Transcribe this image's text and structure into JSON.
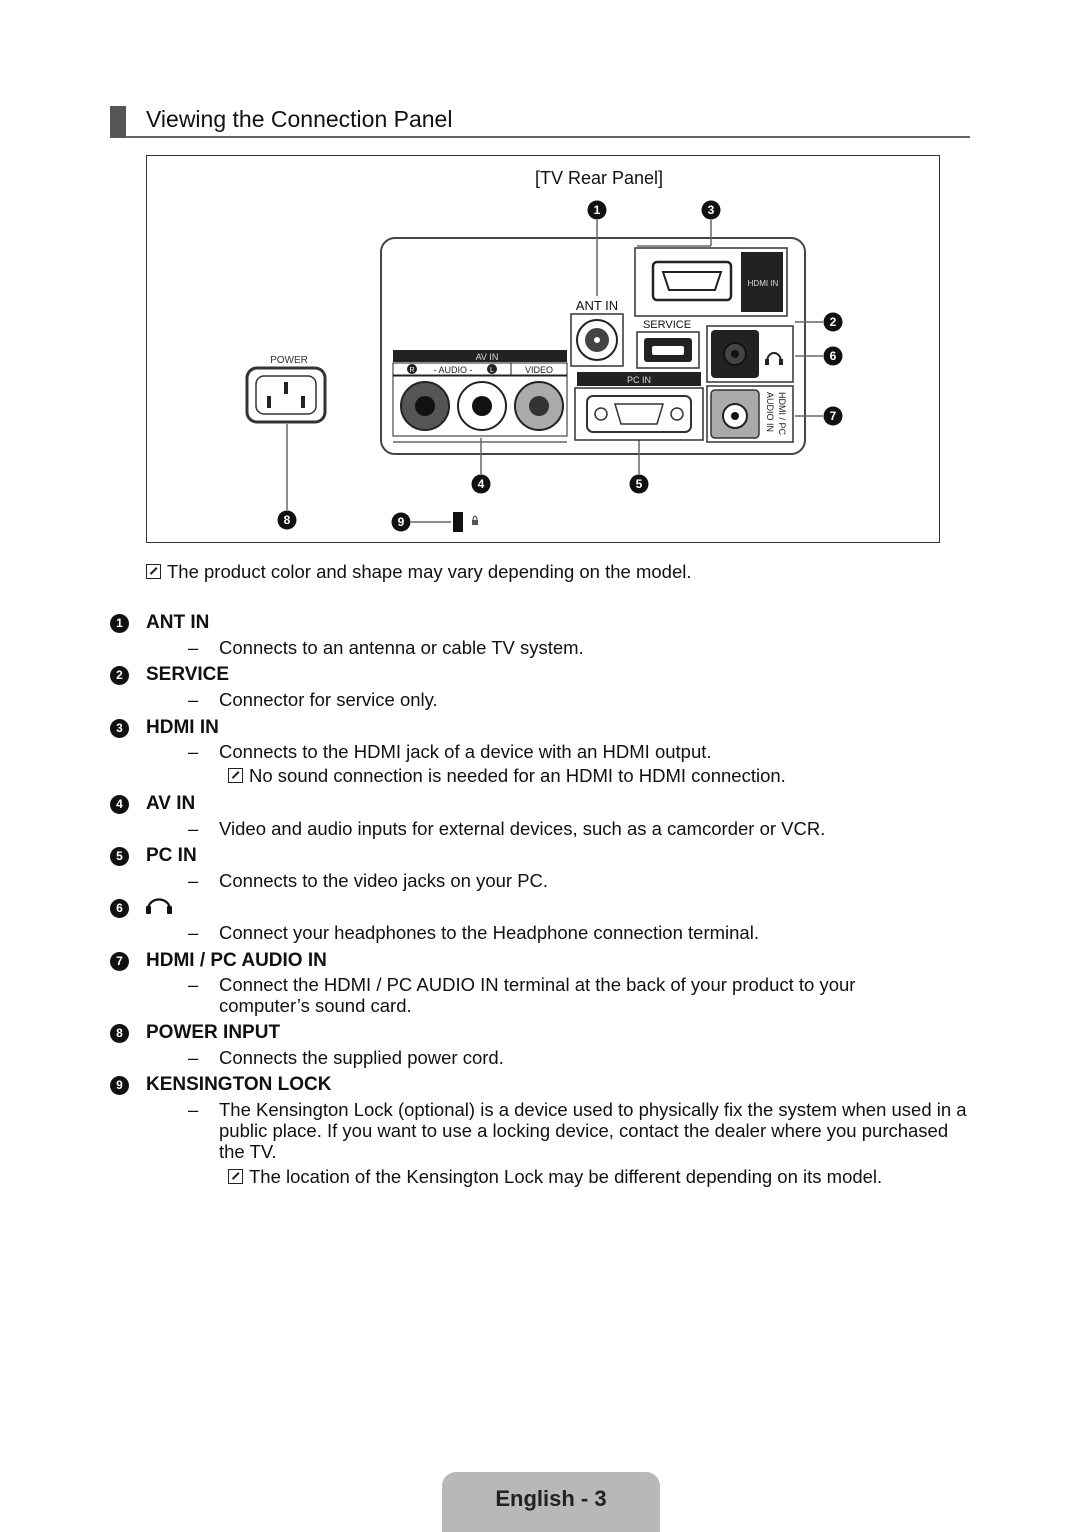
{
  "section_title": "Viewing the Connection Panel",
  "diagram": {
    "caption": "[TV Rear Panel]",
    "labels": {
      "power": "POWER",
      "av_in": "AV IN",
      "audio": "- AUDIO -",
      "audio_r": "R",
      "audio_l": "L",
      "video": "VIDEO",
      "ant_in": "ANT IN",
      "service": "SERVICE",
      "pc_in": "PC IN",
      "hdmi_in": "HDMI IN",
      "hdmi_pc_1": "HDMI / PC",
      "hdmi_pc_2": "AUDIO IN"
    },
    "callouts": [
      "1",
      "2",
      "3",
      "4",
      "5",
      "6",
      "7",
      "8",
      "9"
    ]
  },
  "top_note": "The product color and shape may vary depending on the model.",
  "items": [
    {
      "num": "1",
      "title": "ANT IN",
      "desc": "Connects to an antenna or cable TV system."
    },
    {
      "num": "2",
      "title": "SERVICE",
      "desc": "Connector for service only."
    },
    {
      "num": "3",
      "title": "HDMI IN",
      "desc": "Connects to the HDMI jack of a device with an HDMI output.",
      "note": "No sound connection is needed for an HDMI to HDMI connection."
    },
    {
      "num": "4",
      "title": "AV IN",
      "desc": "Video and audio inputs for external devices, such as a camcorder or VCR."
    },
    {
      "num": "5",
      "title": "PC IN",
      "desc": "Connects to the video jacks on your PC."
    },
    {
      "num": "6",
      "title": "",
      "icon": "headphone-icon",
      "desc": "Connect your headphones to the Headphone connection terminal."
    },
    {
      "num": "7",
      "title": "HDMI / PC AUDIO IN",
      "desc": "Connect the HDMI / PC AUDIO IN terminal at the back of your product to your computer’s sound card."
    },
    {
      "num": "8",
      "title": "POWER INPUT",
      "desc": "Connects the supplied power cord."
    },
    {
      "num": "9",
      "title": "KENSINGTON LOCK",
      "desc": "The Kensington Lock (optional) is a device used to physically fix the system when used in a public place. If you want to use a locking device, contact the dealer where you purchased the TV.",
      "note": "The location of the Kensington Lock may be different depending on its model."
    }
  ],
  "dash": "–",
  "footer": "English - 3"
}
